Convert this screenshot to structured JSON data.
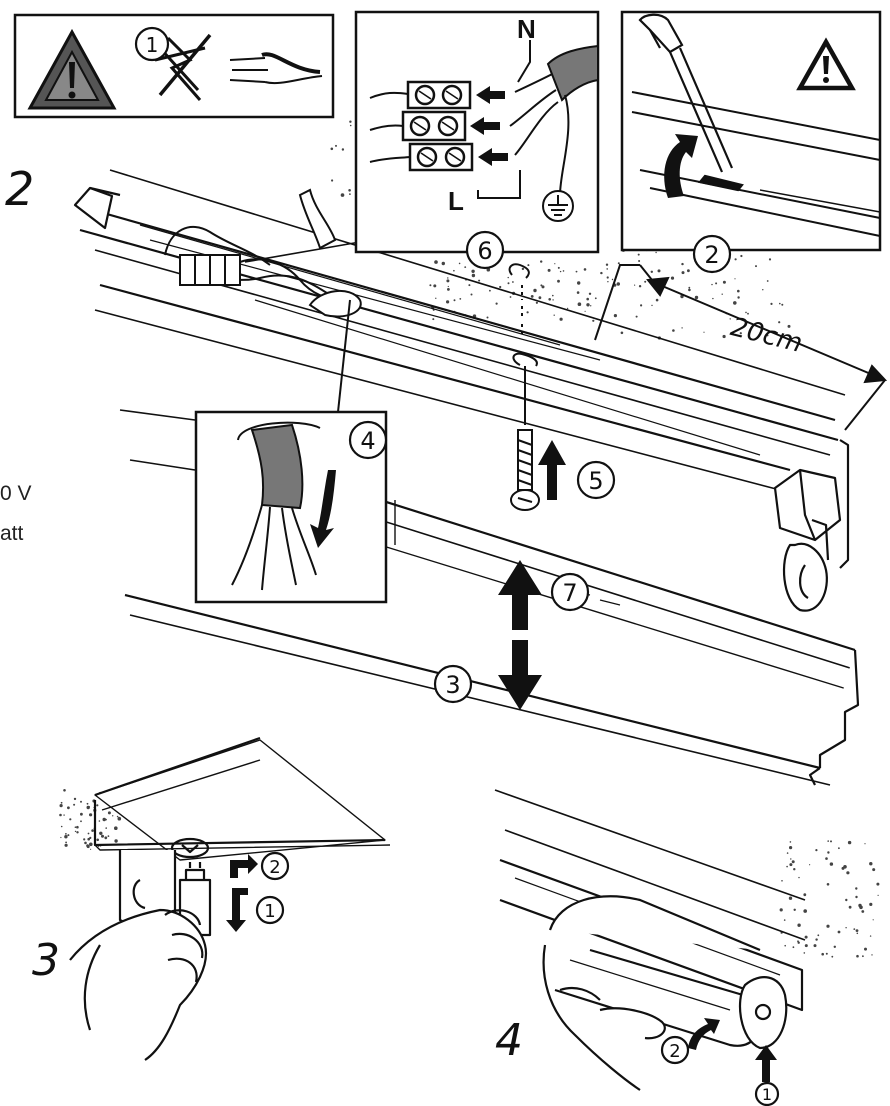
{
  "colors": {
    "ink": "#111111",
    "paper": "#ffffff",
    "stipple": "#444444"
  },
  "steps": {
    "step2": "2",
    "step3": "3",
    "step4": "4"
  },
  "callouts": {
    "c1": "1",
    "c2": "2",
    "c3": "3",
    "c4": "4",
    "c5": "5",
    "c6": "6",
    "c7": "7"
  },
  "wiring": {
    "neutral": "N",
    "live": "L"
  },
  "dimension": {
    "label": "20cm"
  },
  "side_text": {
    "line1": "0 V",
    "line2": "att"
  },
  "sub_steps": {
    "tube_first": "1",
    "tube_second": "2",
    "starter_first": "1",
    "starter_second": "2"
  },
  "icons": {
    "warning": "warning-triangle-icon",
    "no_power": "no-power-icon",
    "ground": "ground-icon"
  }
}
